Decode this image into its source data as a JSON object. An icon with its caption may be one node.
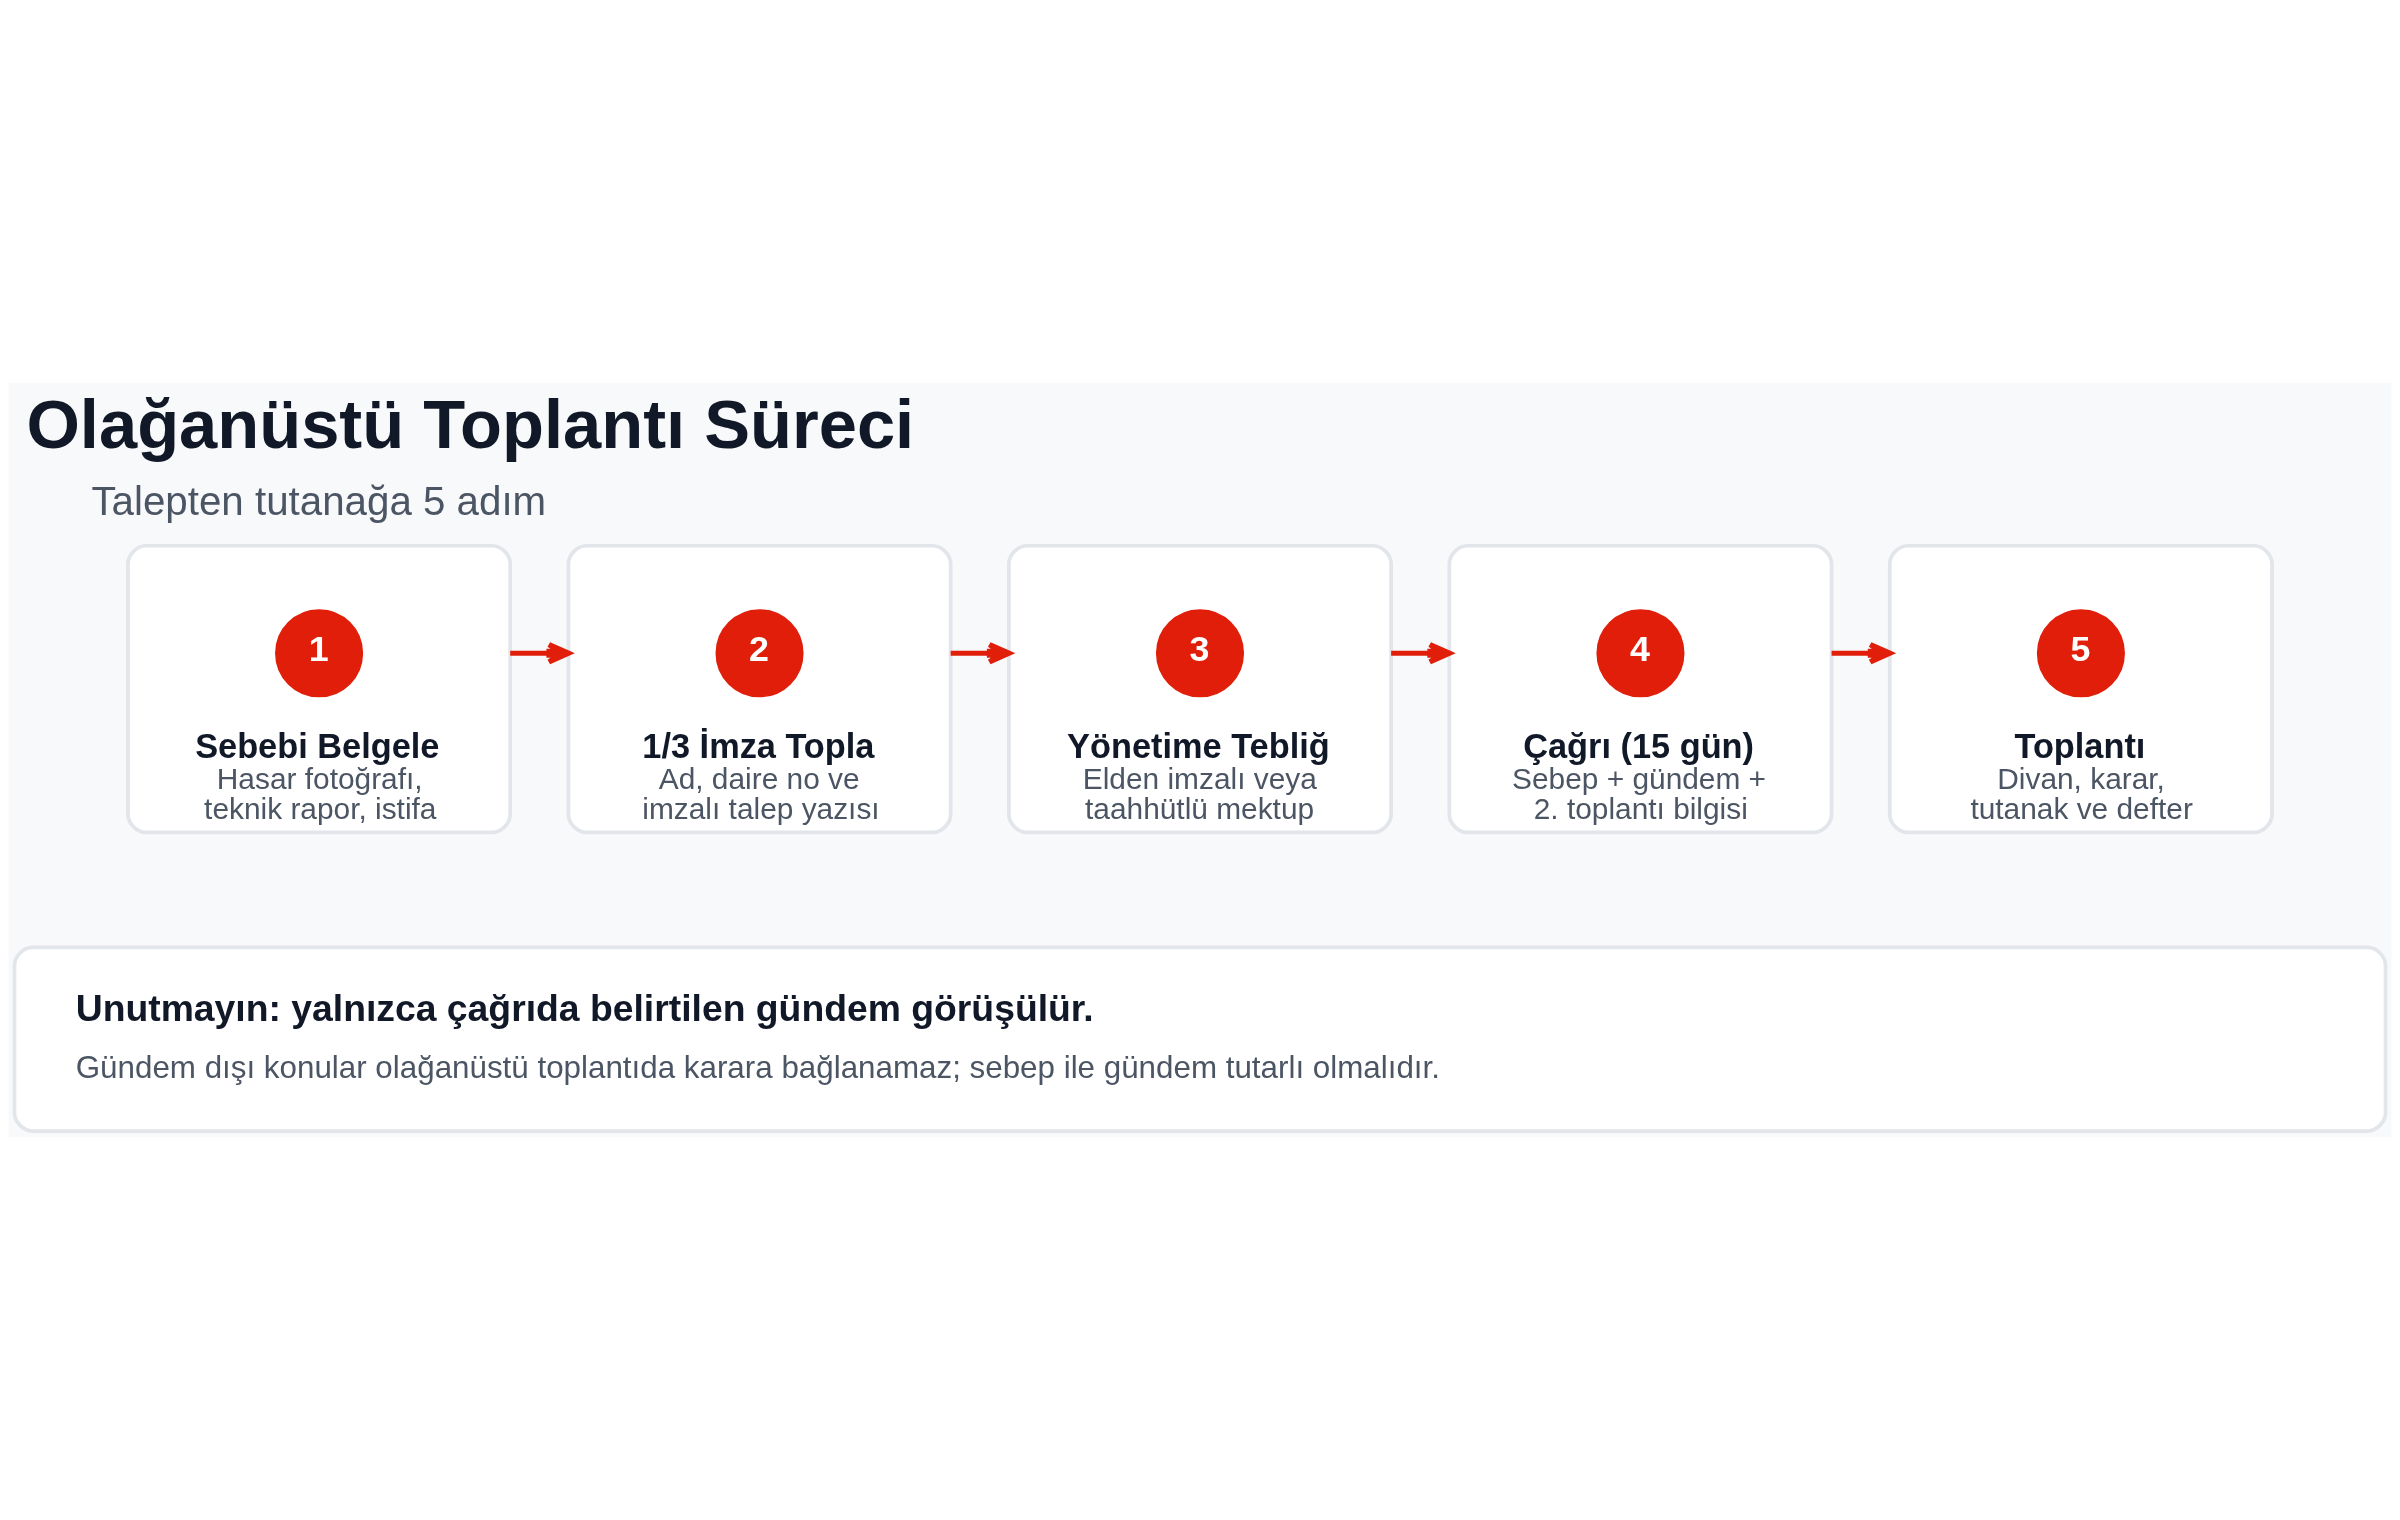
{
  "diagram": {
    "title": "Olağanüstü Toplantı Süreci",
    "nodes": [
      {
        "text": [
          "Sebebi Belgele",
          "Hasar fotoğrafı, teknik rapor, istifa"
        ]
      },
      {
        "text": [
          "1"
        ],
        "in": 0
      },
      {
        "text": [
          "1/3 İmza Topla",
          "Ad, daire no ve imzalı talep yazısı"
        ]
      },
      {
        "text": [
          "2"
        ],
        "in": 2
      },
      {
        "text": [
          "Yönetime Tebliğ",
          "Elden imzalı veya taahhütlü mektup"
        ]
      },
      {
        "text": [
          "3"
        ],
        "in": 4
      },
      {
        "text": [
          "Çağrı (15 gün)",
          "Sebep + gündem + 2. toplantı bilgisi"
        ]
      },
      {
        "text": [
          "4"
        ],
        "in": 6
      },
      {
        "text": [
          "Toplantı",
          "Divan, karar, tutanak ve defter"
        ]
      },
      {
        "text": [
          "5"
        ],
        "in": 8
      },
      {
        "text": [
          "Unutmayın: yalnızca çağrıda belirtilen gündem görüşülür.",
          "Gündem dışı konular olağanüstü toplantıda karara bağlanamaz; sebep ile gündem tutarlı olmalıdır."
        ]
      }
    ],
    "edges": [
      {
        "from": 0,
        "to": 2,
        "arrow": "to"
      },
      {
        "from": 2,
        "to": 4,
        "arrow": "to"
      },
      {
        "from": 4,
        "to": 6,
        "arrow": "to"
      },
      {
        "from": 6,
        "to": 8,
        "arrow": "to"
      }
    ],
    "labels": [
      "Talepten tutanağa 5 adım"
    ]
  }
}
